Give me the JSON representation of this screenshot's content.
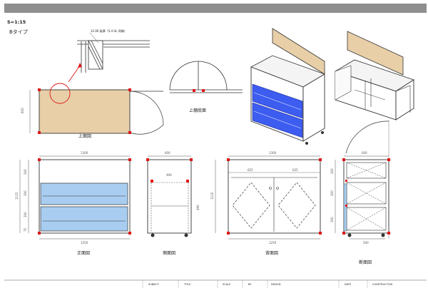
{
  "header": {
    "scale": "S=1:15",
    "type": "Bタイプ"
  },
  "views": {
    "detail_note": "12.00  板厚（5.4 UL 同様）",
    "top": "上面図",
    "shelf_bottom": "上棚底面",
    "front": "正面図",
    "side": "側面図",
    "back": "背面図",
    "section": "断面図"
  },
  "dimensions": {
    "top_depth": "600",
    "front_width": "1300",
    "front_inner": "1250",
    "front_height": "1125",
    "front_v1": "300",
    "front_v2": "300",
    "front_v3": "300",
    "front_v4": "75",
    "side_width": "600",
    "side_inner": "490",
    "side_v": "490",
    "back_width": "1300",
    "back_left": "625",
    "back_right": "625",
    "back_inner": "1250",
    "back_height": "1125",
    "section_width": "600",
    "section_inner": "500",
    "section_h1": "300",
    "section_h2": "300",
    "section_h3": "300"
  },
  "title_block": {
    "c1": "SUBJECT",
    "c2": "TITLE",
    "c3": "SCALE",
    "c4": "BY",
    "c5": "DESIGN",
    "c6": "DATE",
    "c7": "CONSTRUCTION"
  },
  "colors": {
    "wood": "#e8cfa8",
    "drawer": "#a8cdf0",
    "blue_face": "#3d5cf0",
    "accent_red": "#e01818",
    "line": "#333333",
    "header_bar": "#8f8f8f"
  }
}
